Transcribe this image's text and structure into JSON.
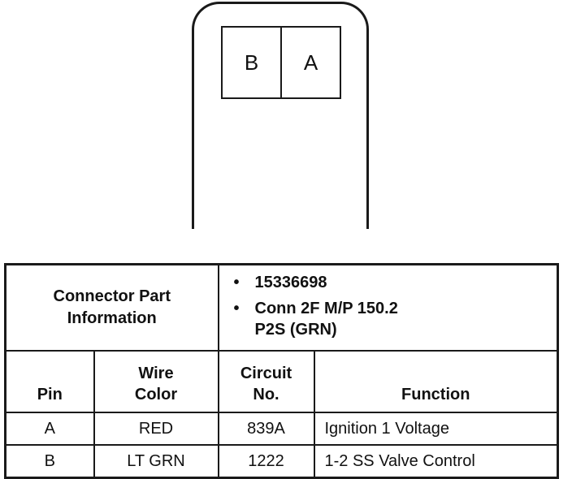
{
  "connector": {
    "cavities": [
      "B",
      "A"
    ]
  },
  "table": {
    "part_info_label_line1": "Connector Part",
    "part_info_label_line2": "Information",
    "part_info_items": [
      {
        "bullet": "•",
        "line1": "15336698",
        "line2": ""
      },
      {
        "bullet": "•",
        "line1": "Conn 2F M/P 150.2",
        "line2": "P2S (GRN)"
      }
    ],
    "headers": {
      "pin": "Pin",
      "wire_color_line1": "Wire",
      "wire_color_line2": "Color",
      "circuit_line1": "Circuit",
      "circuit_line2": "No.",
      "function": "Function"
    },
    "rows": [
      {
        "pin": "A",
        "wire_color": "RED",
        "circuit": "839A",
        "function": "Ignition 1 Voltage"
      },
      {
        "pin": "B",
        "wire_color": "LT GRN",
        "circuit": "1222",
        "function": "1-2 SS Valve Control"
      }
    ]
  }
}
